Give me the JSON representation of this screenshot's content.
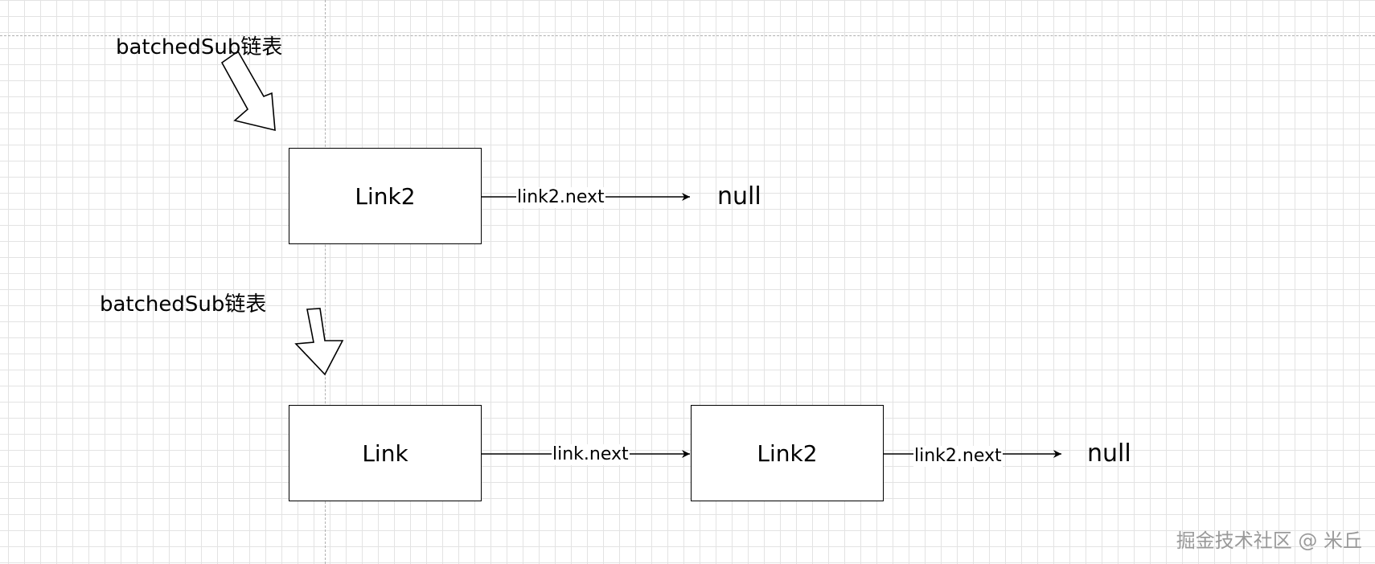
{
  "diagram": {
    "top": {
      "heading": "batchedSub链表",
      "node": "Link2",
      "edge_label": "link2.next",
      "terminal": "null"
    },
    "bottom": {
      "heading": "batchedSub链表",
      "node1": "Link",
      "edge1_label": "link.next",
      "node2": "Link2",
      "edge2_label": "link2.next",
      "terminal": "null"
    }
  },
  "watermark": "掘金技术社区 @ 米丘",
  "colors": {
    "stroke": "#000000",
    "grid": "#e3e3e3",
    "guide": "#b0b0b0",
    "watermark": "#9a9a9a"
  }
}
